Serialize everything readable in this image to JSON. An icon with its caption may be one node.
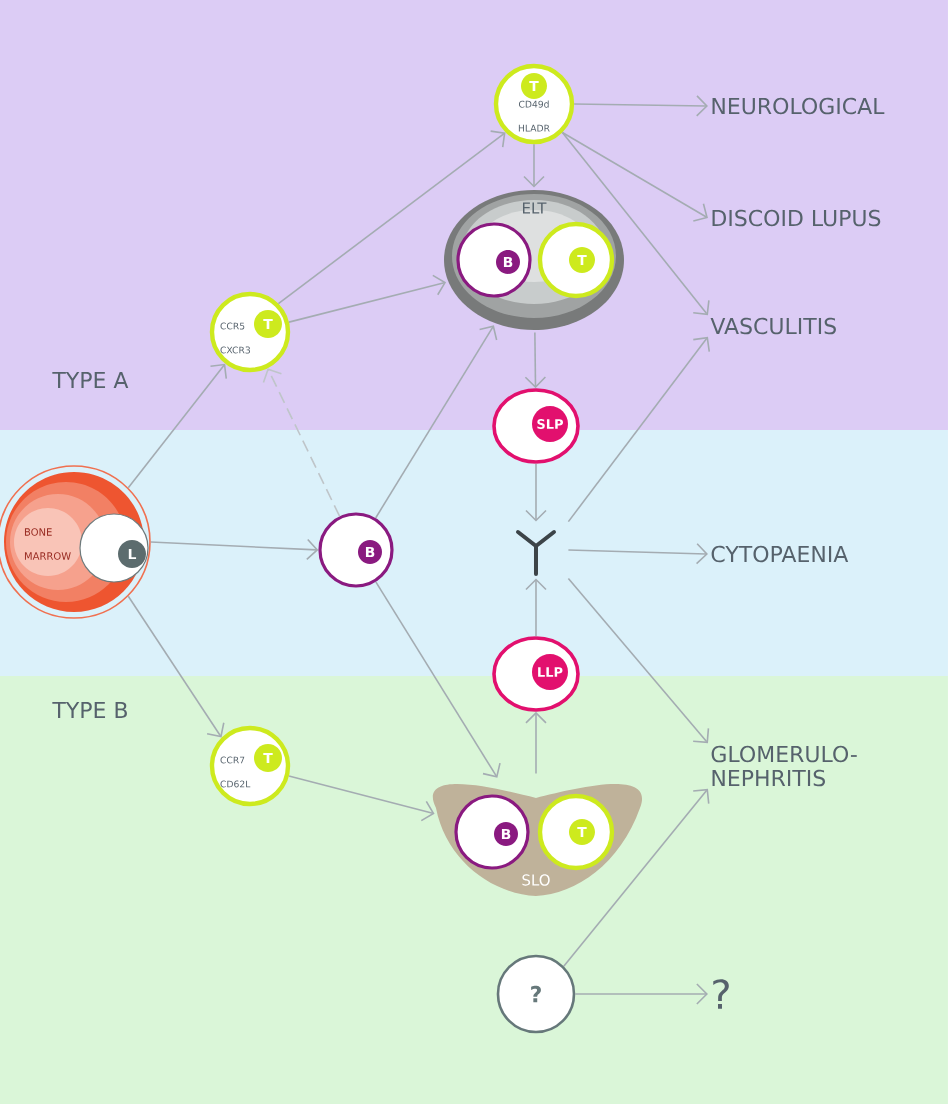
{
  "diagram": {
    "nodes": [
      {
        "text": [
          "BONE MARROW"
        ]
      },
      {
        "text": [
          "L"
        ],
        "in": 0
      },
      {
        "text": [
          "CCR5 CXCR3",
          "T"
        ]
      },
      {
        "text": [
          "T",
          "CD49d HLADR"
        ]
      },
      {
        "text": [
          "ELT"
        ]
      },
      {
        "text": [
          "B"
        ],
        "in": 4
      },
      {
        "text": [
          "T"
        ],
        "in": 4
      },
      {
        "text": [
          "SLP"
        ]
      },
      {
        "text": [
          "B"
        ]
      },
      {
        "text": [],
        "shape": "antibody"
      },
      {
        "text": [
          "LLP"
        ]
      },
      {
        "text": [
          "CCR7 CD62L",
          "T"
        ]
      },
      {
        "text": [
          "SLO"
        ]
      },
      {
        "text": [
          "B"
        ],
        "in": 12
      },
      {
        "text": [
          "T"
        ],
        "in": 12
      },
      {
        "text": [
          "?"
        ]
      },
      {
        "text": [
          "NEUROLOGICAL"
        ]
      },
      {
        "text": [
          "DISCOID LUPUS"
        ]
      },
      {
        "text": [
          "VASCULITIS"
        ]
      },
      {
        "text": [
          "CYTOPAENIA"
        ]
      },
      {
        "text": [
          "GLOMERULO- NEPHRITIS"
        ]
      },
      {
        "text": [
          "?"
        ]
      }
    ],
    "edges": [
      {
        "from": 0,
        "to": 2,
        "arrow": "to"
      },
      {
        "from": 8,
        "to": 2,
        "arrow": "to",
        "style": "dashed"
      },
      {
        "from": 0,
        "to": 8,
        "arrow": "to"
      },
      {
        "from": 0,
        "to": 11,
        "arrow": "to"
      },
      {
        "from": 2,
        "to": 3,
        "arrow": "to"
      },
      {
        "from": 2,
        "to": 4,
        "arrow": "to"
      },
      {
        "from": 8,
        "to": 4,
        "arrow": "to"
      },
      {
        "from": 8,
        "to": 12,
        "arrow": "to"
      },
      {
        "from": 11,
        "to": 12,
        "arrow": "to"
      },
      {
        "from": 3,
        "to": 4,
        "arrow": "to"
      },
      {
        "from": 3,
        "to": 16,
        "arrow": "to"
      },
      {
        "from": 3,
        "to": 17,
        "arrow": "to"
      },
      {
        "from": 3,
        "to": 18,
        "arrow": "to"
      },
      {
        "from": 4,
        "to": 7,
        "arrow": "to"
      },
      {
        "from": 7,
        "to": 9,
        "arrow": "to"
      },
      {
        "from": 10,
        "to": 9,
        "arrow": "to"
      },
      {
        "from": 12,
        "to": 10,
        "arrow": "to"
      },
      {
        "from": 9,
        "to": 19,
        "arrow": "to"
      },
      {
        "from": 9,
        "to": 18,
        "arrow": "to"
      },
      {
        "from": 9,
        "to": 20,
        "arrow": "to"
      },
      {
        "from": 15,
        "to": 20,
        "arrow": "to"
      },
      {
        "from": 15,
        "to": 21,
        "arrow": "to"
      }
    ],
    "labels": [
      "TYPE A",
      "TYPE B"
    ]
  }
}
